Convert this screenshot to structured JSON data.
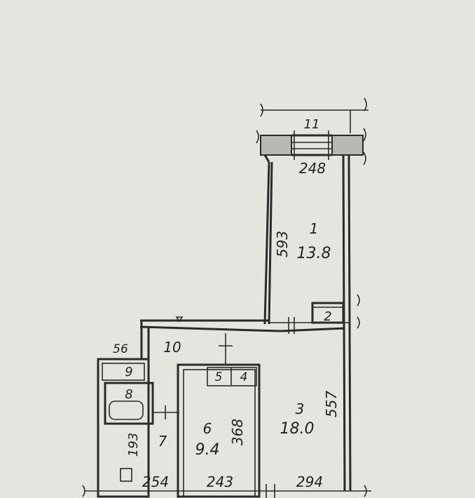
{
  "dimensions": {
    "top_width": "248",
    "room1_height": "593",
    "room3_height": "557",
    "room6_height": "368",
    "room7_height": "193",
    "bottom_w1": "254",
    "bottom_w2": "243",
    "bottom_w3": "294",
    "small_56": "56"
  },
  "rooms": {
    "r1": {
      "num": "1",
      "area": "13.8"
    },
    "r2": {
      "num": "2"
    },
    "r3": {
      "num": "3",
      "area": "18.0"
    },
    "r4": {
      "num": "4"
    },
    "r5": {
      "num": "5"
    },
    "r6": {
      "num": "6",
      "area": "9.4"
    },
    "r7": {
      "num": "7"
    },
    "r8": {
      "num": "8"
    },
    "r9": {
      "num": "9"
    },
    "r10": {
      "num": "10"
    },
    "r11": {
      "num": "11"
    }
  }
}
